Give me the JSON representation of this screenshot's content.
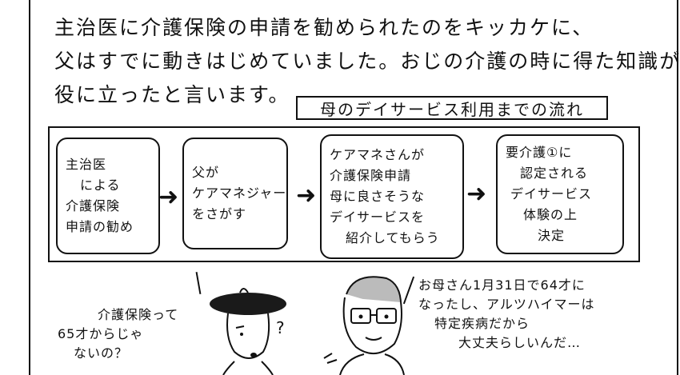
{
  "intro": {
    "line1": "主治医に介護保険の申請を勧められたのをキッカケに、",
    "line2": "父はすでに動きはじめていました。おじの介護の時に得た知識が",
    "line3": "役に立ったと言います。"
  },
  "flow": {
    "title": "母のデイサービス利用までの流れ",
    "steps": [
      {
        "lines": [
          "主治医",
          "による",
          "介護保険",
          "申請の勧め"
        ]
      },
      {
        "lines": [
          "父が",
          "ケアマネジャー",
          "をさがす"
        ]
      },
      {
        "lines": [
          "ケアマネさんが",
          "介護保険申請",
          "母に良さそうな",
          "デイサービスを",
          "紹介してもらう"
        ]
      },
      {
        "lines": [
          "要介護①に",
          "認定される",
          "デイサービス",
          "体験の上",
          "決定"
        ]
      }
    ],
    "arrow": "➜"
  },
  "speech": {
    "left": [
      "介護保険って",
      "65才からじゃ",
      "ないの？"
    ],
    "question_mark": "?",
    "right": [
      "お母さん1月31日で64才に",
      "なったし、アルツハイマーは",
      "特定疾病だから",
      "大丈夫らしいんだ…"
    ]
  }
}
